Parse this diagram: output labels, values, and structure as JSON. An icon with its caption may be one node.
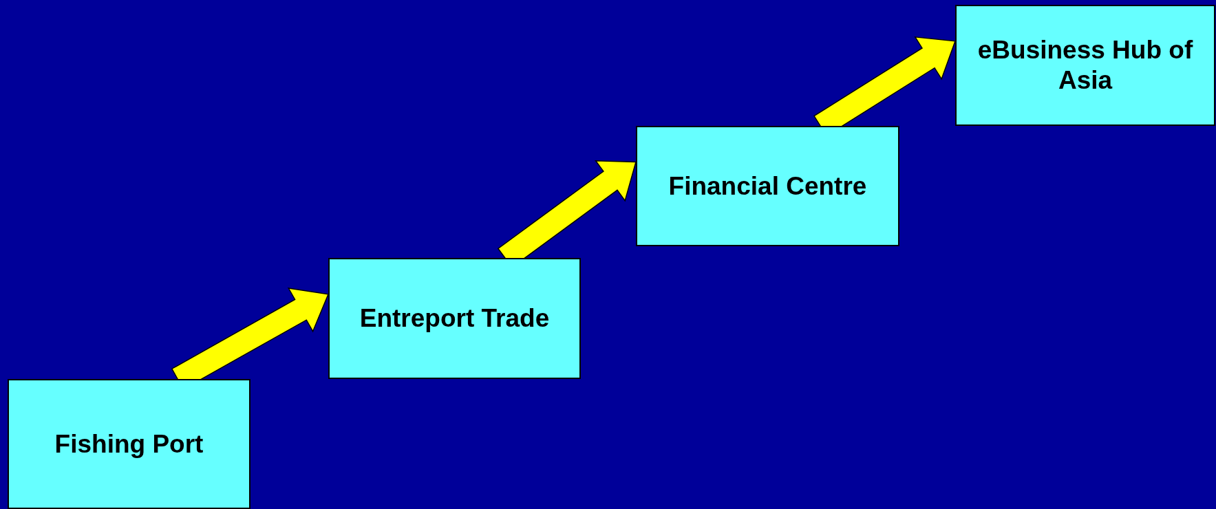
{
  "diagram": {
    "nodes": [
      {
        "text": [
          "Fishing Port"
        ]
      },
      {
        "text": [
          "Entreport Trade"
        ]
      },
      {
        "text": [
          "Financial Centre"
        ]
      },
      {
        "text": [
          "eBusiness Hub of Asia"
        ]
      }
    ],
    "edges": [
      {
        "from": 0,
        "to": 1,
        "arrow": "to"
      },
      {
        "from": 1,
        "to": 2,
        "arrow": "to"
      },
      {
        "from": 2,
        "to": 3,
        "arrow": "to"
      }
    ]
  }
}
